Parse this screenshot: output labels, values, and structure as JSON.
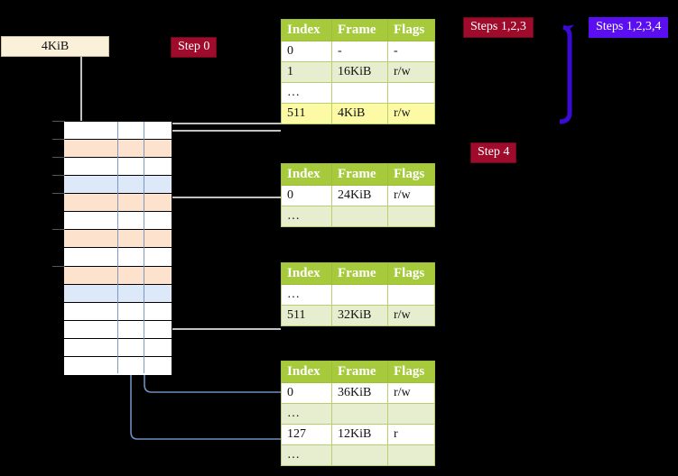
{
  "labels": {
    "size_box": "4KiB",
    "step0": "Step 0",
    "step4": "Step 4",
    "steps123": "Steps 1,2,3",
    "steps1234": "Steps 1,2,3,4"
  },
  "colors": {
    "badge_red": "#9e0b2b",
    "badge_purple": "#5b0ff0",
    "table_header": "#a6ca3c",
    "table_alt_row": "#e7eed0",
    "highlight": "#fdfaa6",
    "mem_orange": "#fde3cd",
    "mem_blue": "#dde9f8",
    "size_box_bg": "#fbf0d9",
    "wire_gray": "#b8b8b8",
    "wire_blue": "#6d8fbe"
  },
  "table_headers": [
    "Index",
    "Frame",
    "Flags"
  ],
  "tables": [
    {
      "id": "pml4",
      "rows": [
        {
          "cells": [
            "0",
            "-",
            "-"
          ],
          "style": "white",
          "highlight": []
        },
        {
          "cells": [
            "1",
            "16KiB",
            "r/w"
          ],
          "style": "alt",
          "highlight": []
        },
        {
          "cells": [
            "…",
            "",
            ""
          ],
          "style": "white",
          "highlight": []
        },
        {
          "cells": [
            "511",
            "4KiB",
            "r/w"
          ],
          "style": "alt",
          "highlight": [
            0,
            1,
            2
          ]
        }
      ]
    },
    {
      "id": "pdpt",
      "rows": [
        {
          "cells": [
            "0",
            "24KiB",
            "r/w"
          ],
          "style": "white",
          "highlight": []
        },
        {
          "cells": [
            "…",
            "",
            ""
          ],
          "style": "alt",
          "highlight": []
        }
      ]
    },
    {
      "id": "pd",
      "rows": [
        {
          "cells": [
            "…",
            "",
            ""
          ],
          "style": "white",
          "highlight": []
        },
        {
          "cells": [
            "511",
            "32KiB",
            "r/w"
          ],
          "style": "alt",
          "highlight": []
        }
      ]
    },
    {
      "id": "pt",
      "rows": [
        {
          "cells": [
            "0",
            "36KiB",
            "r/w"
          ],
          "style": "white",
          "highlight": []
        },
        {
          "cells": [
            "…",
            "",
            ""
          ],
          "style": "alt",
          "highlight": []
        },
        {
          "cells": [
            "127",
            "12KiB",
            "r"
          ],
          "style": "white",
          "highlight": []
        },
        {
          "cells": [
            "…",
            "",
            ""
          ],
          "style": "alt",
          "highlight": []
        }
      ]
    }
  ],
  "memory_rows": [
    {
      "fill": "plain"
    },
    {
      "fill": "orange"
    },
    {
      "fill": "plain"
    },
    {
      "fill": "blue"
    },
    {
      "fill": "orange"
    },
    {
      "fill": "plain"
    },
    {
      "fill": "orange"
    },
    {
      "fill": "plain"
    },
    {
      "fill": "orange"
    },
    {
      "fill": "blue"
    },
    {
      "fill": "plain"
    },
    {
      "fill": "plain"
    },
    {
      "fill": "plain"
    },
    {
      "fill": "plain"
    }
  ]
}
